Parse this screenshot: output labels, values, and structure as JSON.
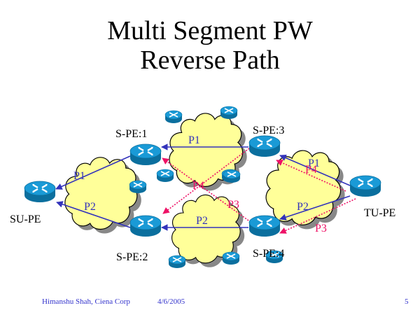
{
  "slide": {
    "title_line1": "Multi Segment PW",
    "title_line2": "Reverse Path"
  },
  "nodes": {
    "su_pe": "SU-PE",
    "s_pe_1": "S-PE:1",
    "s_pe_2": "S-PE:2",
    "s_pe_3": "S-PE:3",
    "s_pe_4": "S-PE:4",
    "tu_pe": "TU-PE"
  },
  "paths": {
    "solid": {
      "color": "#3333bb",
      "p1_left": "P1",
      "p2_left": "P2",
      "p1_mid": "P1",
      "p2_mid": "P2",
      "p1_right": "P1",
      "p2_right": "P2"
    },
    "dotted": {
      "color": "#ee1166",
      "p4_mid": "P4",
      "p3_mid": "P3",
      "p4_right": "P4",
      "p3_right": "P3"
    }
  },
  "colors": {
    "cloud_fill": "#ffff99",
    "cloud_shadow": "#888888",
    "router_top": "#1a9ad6",
    "router_side": "#0b6f9e"
  },
  "footer": {
    "author": "Himanshu Shah, Ciena Corp",
    "date": "4/6/2005",
    "page_number": "5"
  }
}
